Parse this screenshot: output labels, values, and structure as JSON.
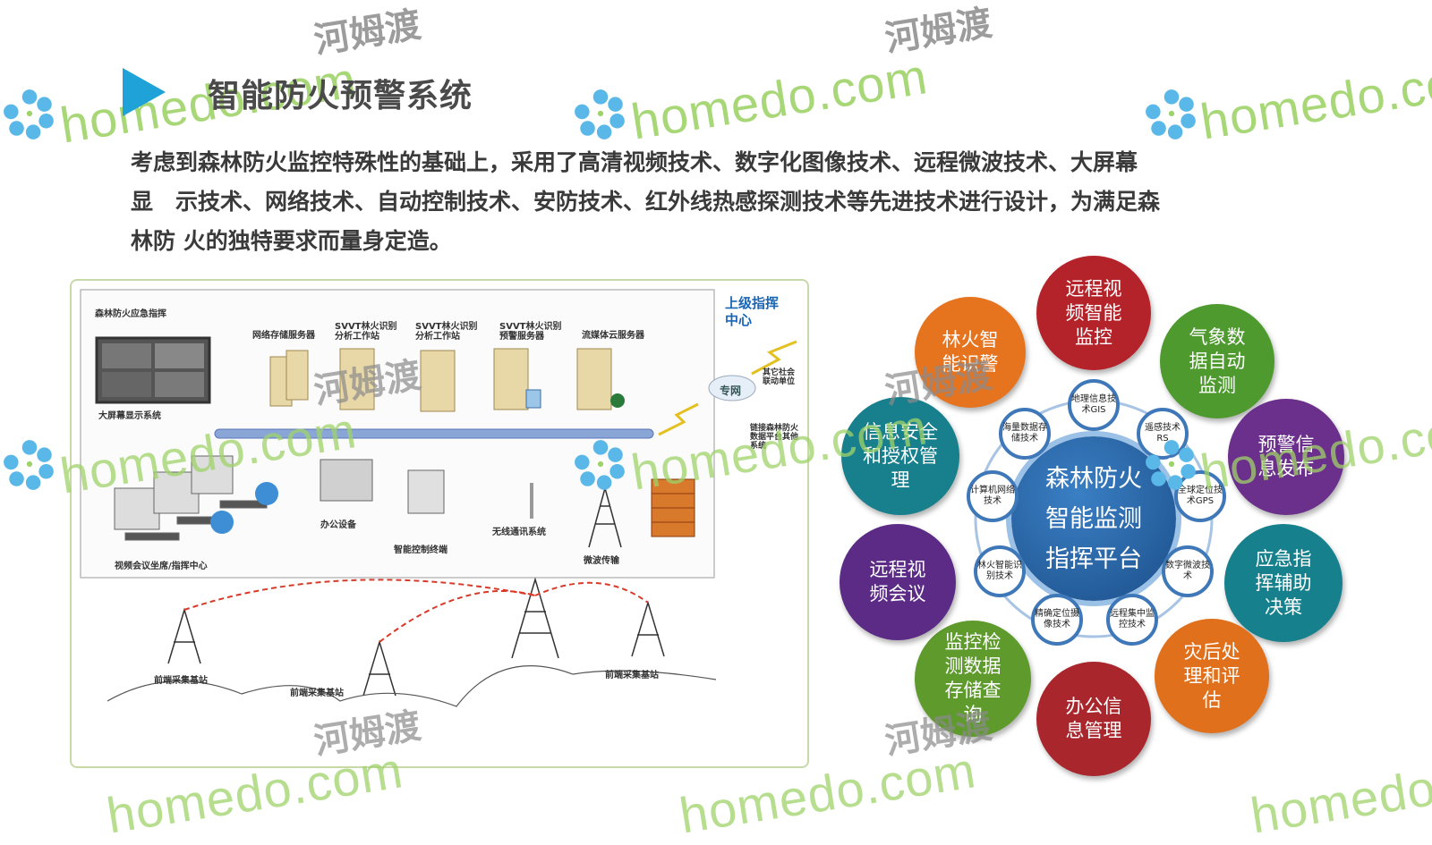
{
  "page": {
    "title": "智能防火预警系统",
    "description_lines": [
      "考虑到森林防火监控特殊性的基础上，采用了高清视频技术、数字化图像技术、远程微波技术、大屏幕",
      "显　示技术、网络技术、自动控制技术、安防技术、红外线热感探测技术等先进技术进行设计，为满足森",
      "林防 火的独特要求而量身定造。"
    ]
  },
  "watermarks": {
    "latin": "homedo.com",
    "chinese": "河姆渡"
  },
  "diagram": {
    "labels": {
      "command": "森林防火应急指挥",
      "upper_command": "上级指挥中心",
      "network_storage": "网络存储服务器",
      "svvt_analysis_1": "SVVT林火识别分析工作站",
      "svvt_analysis_2": "SVVT林火识别分析工作站",
      "svvt_alarm": "SVVT林火识别预警服务器",
      "streaming": "流媒体云服务器",
      "big_screen": "大屏幕显示系统",
      "private_net": "专网",
      "other_units": "其它社会联动单位",
      "linkage": "链接森林防火数据平台其他系统",
      "video_conf": "视频会议坐席/指挥中心",
      "office": "办公设备",
      "terminal": "智能控制终端",
      "wireless": "无线通讯系统",
      "microwave": "微波传输",
      "base_1": "前端采集基站",
      "base_2": "前端采集基站",
      "base_3": "前端采集基站"
    }
  },
  "wheel": {
    "center": [
      "森林防火",
      "智能监测",
      "指挥平台"
    ],
    "outer": [
      {
        "label": "远程视频智能监控",
        "color": "#b5232a"
      },
      {
        "label": "气象数据自动监测",
        "color": "#4e9a2f"
      },
      {
        "label": "预警信息发布",
        "color": "#6b2f8c"
      },
      {
        "label": "应急指挥辅助决策",
        "color": "#16818c"
      },
      {
        "label": "灾后处理和评估",
        "color": "#e0701c"
      },
      {
        "label": "办公信息管理",
        "color": "#a8262c"
      },
      {
        "label": "监控检测数据存储查询",
        "color": "#5e9a2c"
      },
      {
        "label": "远程视频会议",
        "color": "#5b2b86"
      },
      {
        "label": "信息安全和授权管理",
        "color": "#187f8d"
      },
      {
        "label": "林火智能识警",
        "color": "#e6731e"
      }
    ],
    "inner": [
      "地理信息技术GIS",
      "遥感技术RS",
      "全球定位技术GPS",
      "数字微波技术",
      "远程集中监控技术",
      "精确定位摄像技术",
      "林火智能识别技术",
      "计算机网络技术",
      "海量数据存储技术"
    ]
  }
}
